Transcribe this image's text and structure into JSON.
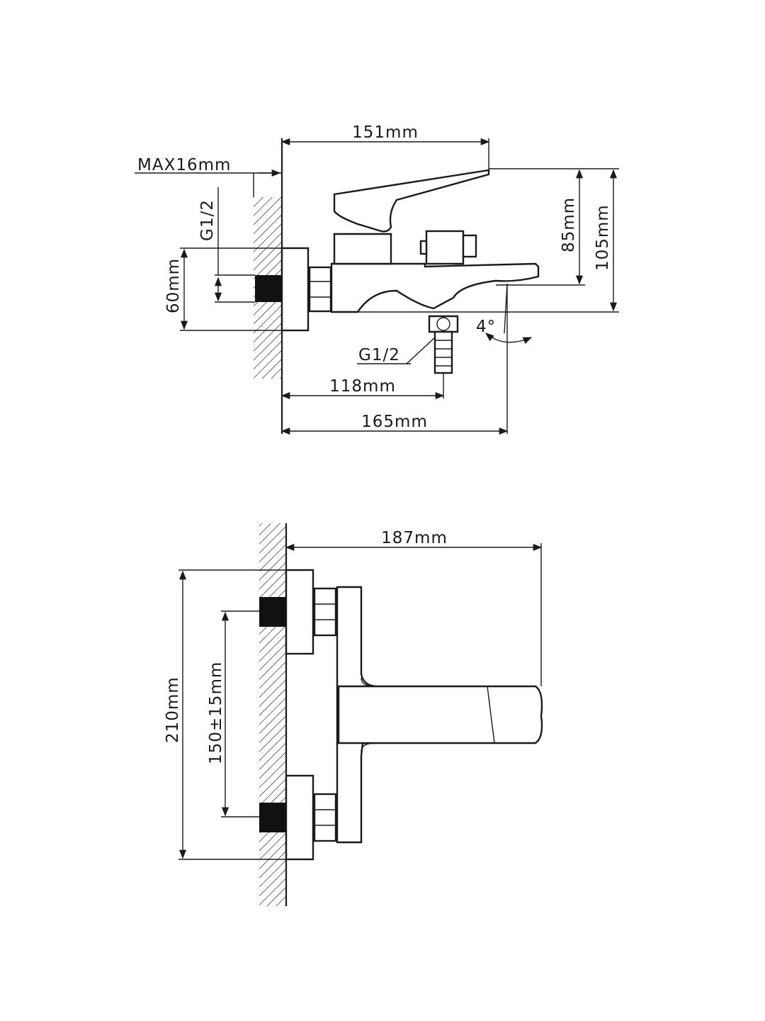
{
  "side_view": {
    "dims": {
      "overall_depth": "151mm",
      "wall_gap": "MAX16mm",
      "inlet_thread": "G1/2",
      "cover_diameter": "60mm",
      "handle_height": "85mm",
      "total_height": "105mm",
      "spout_angle": "4°",
      "outlet_thread": "G1/2",
      "outlet_depth": "118mm",
      "spout_reach": "165mm"
    }
  },
  "top_view": {
    "dims": {
      "projection": "187mm",
      "overall_width": "210mm",
      "center_distance": "150±15mm"
    }
  }
}
